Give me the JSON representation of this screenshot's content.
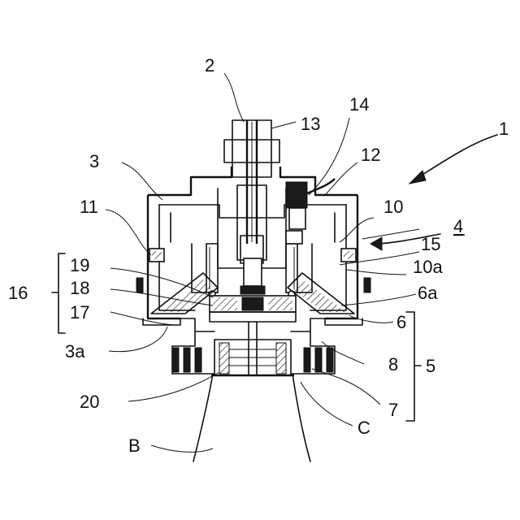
{
  "figure": {
    "labels": {
      "l1": "1",
      "l2": "2",
      "l3": "3",
      "l3a": "3a",
      "l4": "4",
      "l5": "5",
      "l6": "6",
      "l6a": "6a",
      "l7": "7",
      "l8": "8",
      "l10": "10",
      "l10a": "10a",
      "l11": "11",
      "l12": "12",
      "l13": "13",
      "l14": "14",
      "l15": "15",
      "l16": "16",
      "l17": "17",
      "l18": "18",
      "l19": "19",
      "l20": "20",
      "lB": "B",
      "lC": "C"
    }
  }
}
